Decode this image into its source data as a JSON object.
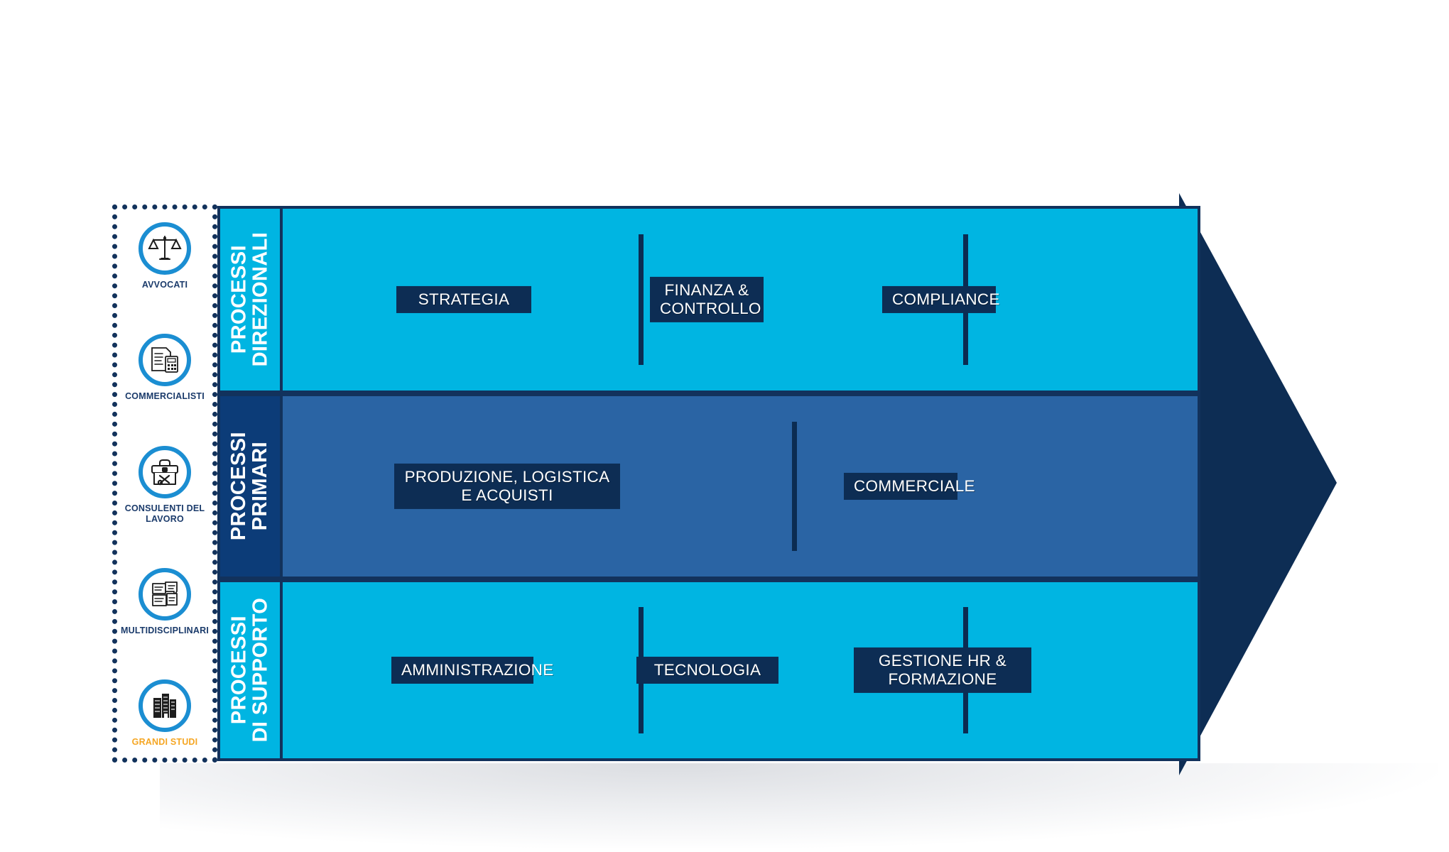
{
  "professions": {
    "items": [
      {
        "label": "AVVOCATI",
        "icon": "scales-of-justice-icon",
        "highlight": false
      },
      {
        "label": "COMMERCIALISTI",
        "icon": "calculator-document-icon",
        "highlight": false
      },
      {
        "label": "CONSULENTI DEL LAVORO",
        "icon": "toolbox-icon",
        "highlight": false
      },
      {
        "label": "MULTIDISCIPLINARI",
        "icon": "puzzle-documents-icon",
        "highlight": false
      },
      {
        "label": "GRANDI STUDI",
        "icon": "office-buildings-icon",
        "highlight": true
      }
    ]
  },
  "bands": [
    {
      "label_line1": "PROCESSI",
      "label_line2": "DIREZIONALI",
      "label_bg": "#00b5e2",
      "body_bg": "#00b5e2",
      "chips": [
        {
          "text": "STRATEGIA"
        },
        {
          "text": "FINANZA &\nCONTROLLO"
        },
        {
          "text": "COMPLIANCE"
        }
      ],
      "dividers": 2
    },
    {
      "label_line1": "PROCESSI",
      "label_line2": "PRIMARI",
      "label_bg": "#0c3c78",
      "body_bg": "#2a64a4",
      "chips": [
        {
          "text": "PRODUZIONE, LOGISTICA E ACQUISTI"
        },
        {
          "text": "COMMERCIALE"
        }
      ],
      "dividers": 1
    },
    {
      "label_line1": "PROCESSI",
      "label_line2": "DI SUPPORTO",
      "label_bg": "#00b5e2",
      "body_bg": "#00b5e2",
      "chips": [
        {
          "text": "AMMINISTRAZIONE"
        },
        {
          "text": "TECNOLOGIA"
        },
        {
          "text": "GESTIONE HR & FORMAZIONE"
        }
      ],
      "dividers": 2
    }
  ],
  "colors": {
    "cyan": "#00b5e2",
    "navy_dark": "#0c3c78",
    "mid_blue": "#2a64a4",
    "outline": "#12325c",
    "chip_bg": "#0d2d54",
    "highlight_text": "#f5a623",
    "icon_ring": "#1b8ed2"
  }
}
